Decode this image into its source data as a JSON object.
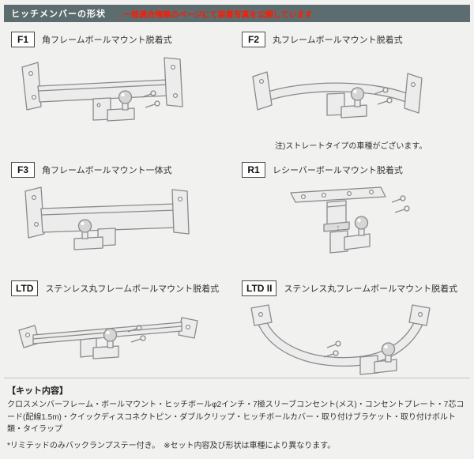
{
  "header": {
    "title": "ヒッチメンバーの形状",
    "subtitle": "→一部適合情報のページにて装着写真を公開しています"
  },
  "items": [
    {
      "code": "F1",
      "label": "角フレームボールマウント脱着式",
      "note": ""
    },
    {
      "code": "F2",
      "label": "丸フレームボールマウント脱着式",
      "note": "注)ストレートタイプの車種がございます。"
    },
    {
      "code": "F3",
      "label": "角フレームボールマウント一体式",
      "note": ""
    },
    {
      "code": "R1",
      "label": "レシーバーボールマウント脱着式",
      "note": ""
    },
    {
      "code": "LTD",
      "label": "ステンレス丸フレームボールマウント脱着式",
      "note": ""
    },
    {
      "code": "LTD II",
      "label": "ステンレス丸フレームボールマウント脱着式",
      "note": ""
    }
  ],
  "kit": {
    "heading": "【キット内容】",
    "body": "クロスメンバーフレーム・ボールマウント・ヒッチボールφ2インチ・7極スリーブコンセント(メス)・コンセントプレート・7芯コード(配線1.5m)・クイックディスコネクトピン・ダブルクリップ・ヒッチボールカバー・取り付けブラケット・取り付けボルト類・タイラップ",
    "note": "*リミテッドのみバックランプステー付き。　※セット内容及び形状は車種により異なります。"
  },
  "colors": {
    "header_bg": "#5d6d6f",
    "accent_red": "#ff1a00",
    "page_bg": "#f1f1ef"
  }
}
